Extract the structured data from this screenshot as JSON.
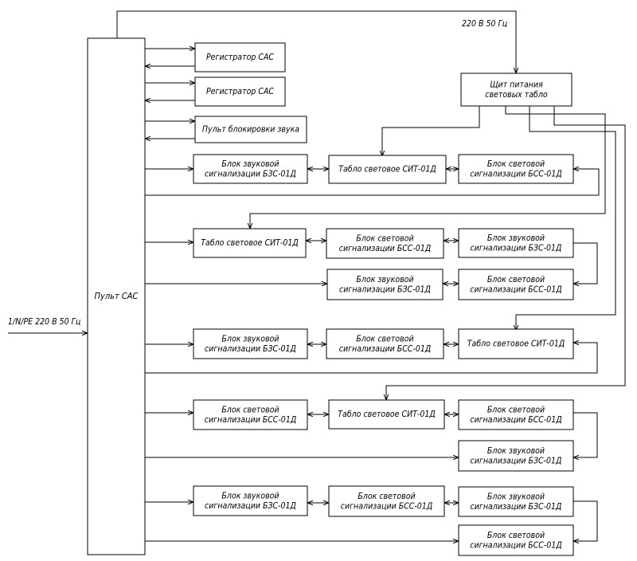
{
  "input_label": "1/N/PE 220 В 50 Гц",
  "power_label": "220 В 50 Гц",
  "central": {
    "label": "Пульт САС"
  },
  "power_panel": {
    "lines": [
      "Щит питания",
      "световых табло"
    ]
  },
  "top_devices": [
    {
      "lines": [
        "Регистратор САС"
      ]
    },
    {
      "lines": [
        "Регистратор САС"
      ]
    },
    {
      "lines": [
        "Пульт блокировки звука"
      ]
    }
  ],
  "units": {
    "sound_block": [
      "Блок звуковой",
      "сигнализации БЗС-01Д"
    ],
    "light_block": [
      "Блок световой",
      "сигнализации БСС-01Д"
    ],
    "light_board": [
      "Табло световое СИТ-01Д"
    ]
  }
}
